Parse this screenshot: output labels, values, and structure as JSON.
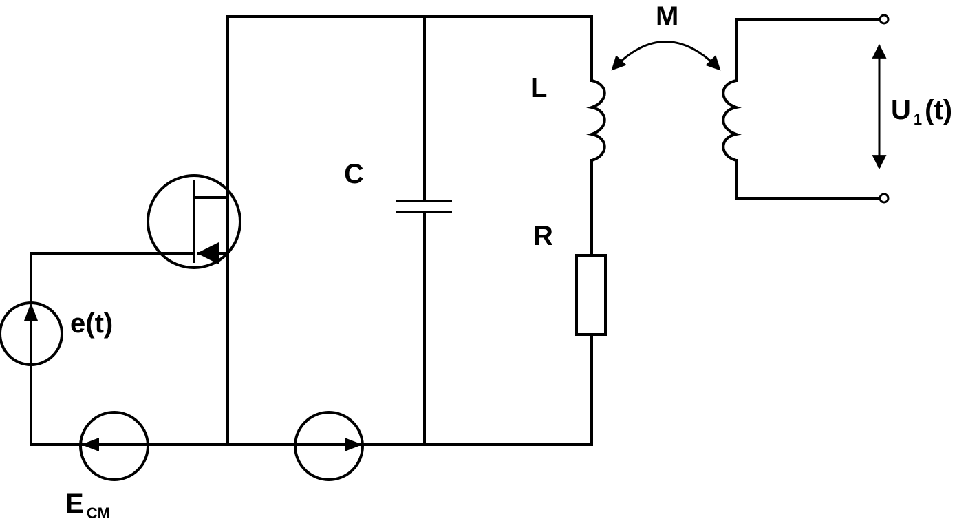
{
  "labels": {
    "mutual": "M",
    "inductor": "L",
    "capacitor": "C",
    "resistor": "R",
    "source": "e(t)",
    "bias_main": "E",
    "bias_sub": "CM",
    "output_main": "U",
    "output_sub": "1",
    "output_tail": "(t)"
  },
  "colors": {
    "stroke": "#000000",
    "background": "#ffffff"
  }
}
